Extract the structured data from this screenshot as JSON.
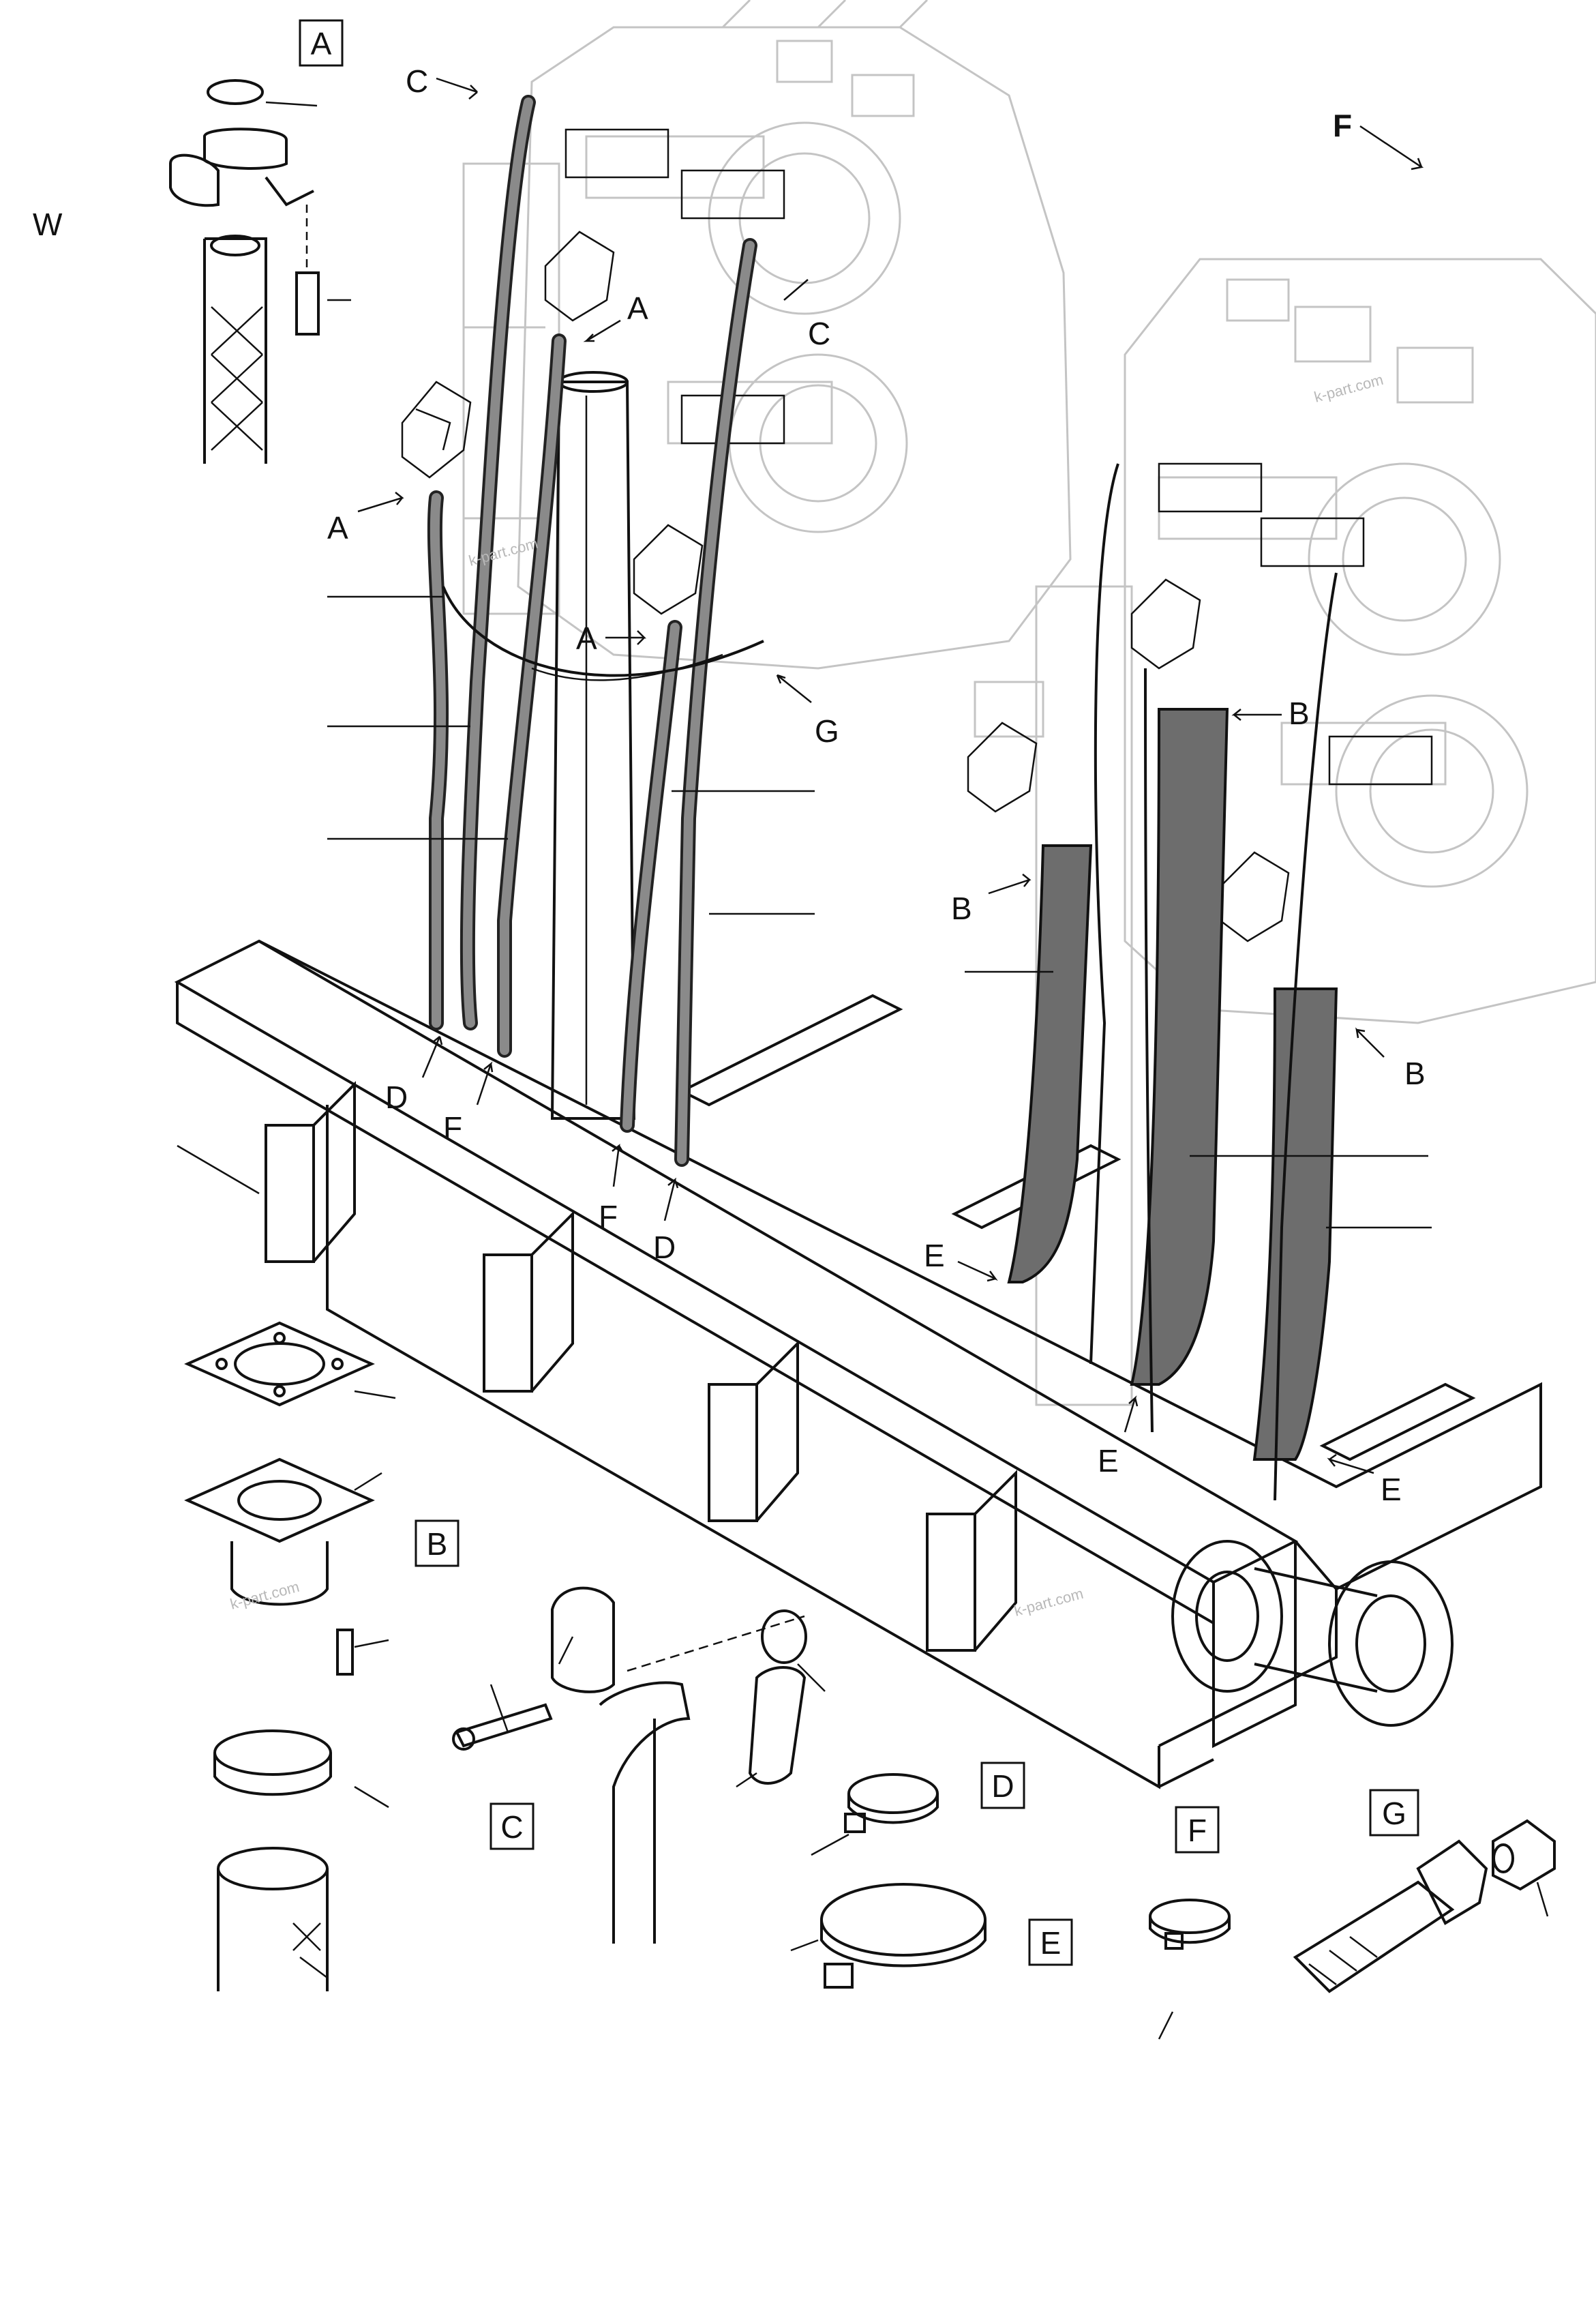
{
  "watermark": "k-part.com",
  "labels": {
    "detail_a": "A",
    "detail_b": "B",
    "detail_c": "C",
    "detail_d": "D",
    "detail_e": "E",
    "detail_f": "F",
    "detail_g": "G",
    "w": "W",
    "front": "F",
    "a": "A",
    "b": "B",
    "c": "C",
    "d": "D",
    "e": "E",
    "f": "F",
    "g": "G"
  }
}
